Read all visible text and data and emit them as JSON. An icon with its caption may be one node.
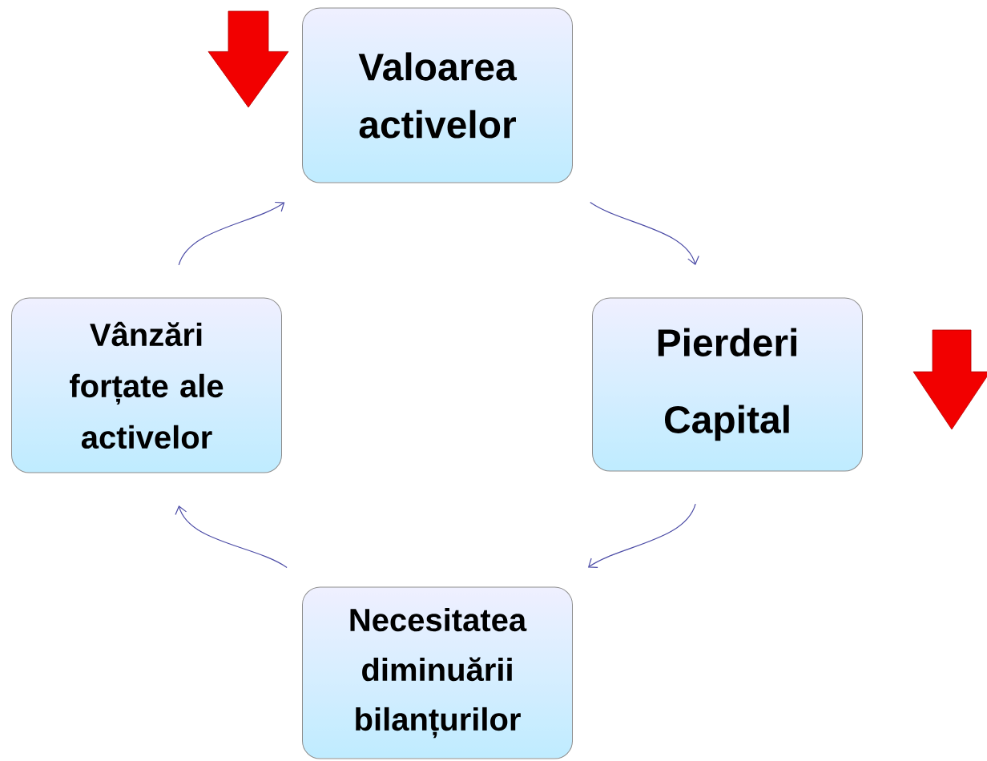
{
  "diagram": {
    "nodes": [
      {
        "text": [
          "Valoarea activelor"
        ]
      },
      {
        "text": [
          "Pierderi Capital"
        ]
      },
      {
        "text": [
          "Necesitatea diminuării bilanțurilor"
        ]
      },
      {
        "text": [
          "Vânzări forțate ale activelor"
        ]
      }
    ],
    "edges": [
      {
        "from": 0,
        "to": 1,
        "arrow": "to"
      },
      {
        "from": 1,
        "to": 2,
        "arrow": "to"
      },
      {
        "from": 2,
        "to": 3,
        "arrow": "to"
      },
      {
        "from": 3,
        "to": 0,
        "arrow": "to"
      }
    ]
  }
}
